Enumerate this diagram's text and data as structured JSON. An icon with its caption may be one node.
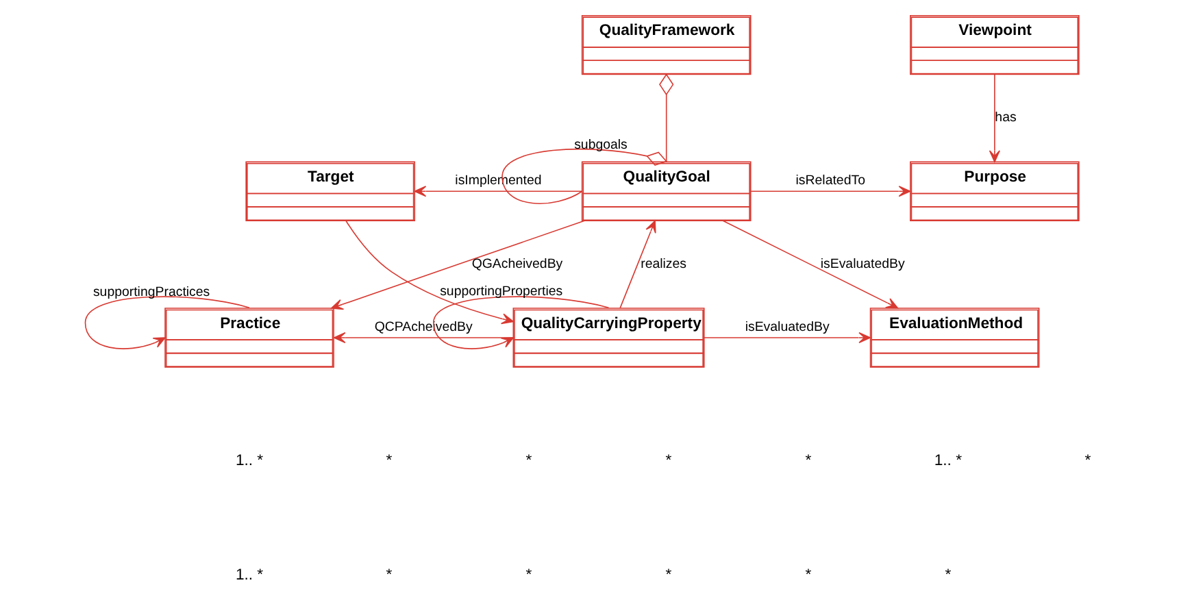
{
  "diagram": {
    "nodes": [
      {
        "text": [
          "QualityFramework"
        ]
      },
      {
        "text": [
          "Viewpoint"
        ]
      },
      {
        "text": [
          "Target"
        ]
      },
      {
        "text": [
          "QualityGoal"
        ]
      },
      {
        "text": [
          "Purpose"
        ]
      },
      {
        "text": [
          "Practice"
        ]
      },
      {
        "text": [
          "QualityCarryingProperty"
        ]
      },
      {
        "text": [
          "EvaluationMethod"
        ]
      }
    ],
    "edges": [
      {
        "from": 0,
        "to": 3,
        "arrow": "other"
      },
      {
        "from": 3,
        "to": 3,
        "arrow": "other",
        "label": "subgoals"
      },
      {
        "from": 1,
        "to": 4,
        "arrow": "to",
        "label": "has"
      },
      {
        "from": 3,
        "to": 2,
        "arrow": "to",
        "label": "isImplemented"
      },
      {
        "from": 3,
        "to": 4,
        "arrow": "to",
        "label": "isRelatedTo"
      },
      {
        "from": 2,
        "to": 6,
        "arrow": "to"
      },
      {
        "from": 3,
        "to": 5,
        "arrow": "to",
        "label": "QGAcheivedBy"
      },
      {
        "from": 6,
        "to": 3,
        "arrow": "to",
        "label": "realizes"
      },
      {
        "from": 3,
        "to": 7,
        "arrow": "to",
        "label": "isEvaluatedBy"
      },
      {
        "from": 5,
        "to": 5,
        "arrow": "to",
        "label": "supportingPractices"
      },
      {
        "from": 6,
        "to": 5,
        "arrow": "to",
        "label": "QCPAcheivedBy"
      },
      {
        "from": 6,
        "to": 6,
        "arrow": "to",
        "label": "supportingProperties"
      },
      {
        "from": 6,
        "to": 7,
        "arrow": "to",
        "label": "isEvaluatedBy"
      }
    ],
    "labels": [
      "1.. *",
      "*",
      "*",
      "*",
      "*",
      "1.. *",
      "*",
      "1.. *",
      "*",
      "*",
      "*",
      "*",
      "*"
    ]
  }
}
